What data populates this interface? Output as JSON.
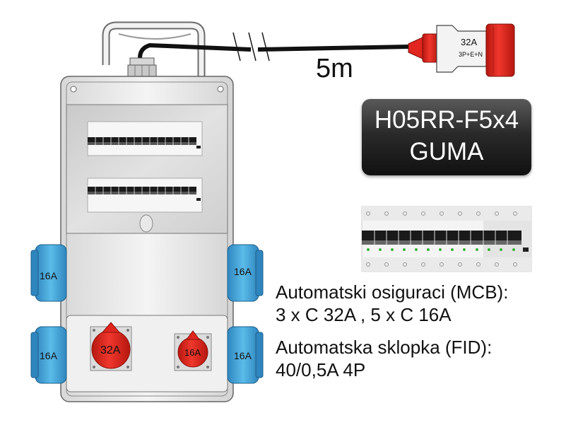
{
  "cable": {
    "length": "5m",
    "type_line_1": "H05RR-F5x4",
    "type_line_2": "GUMA"
  },
  "plug": {
    "rating": "32A",
    "config": "3P+E+N"
  },
  "sockets": {
    "left_upper": "16A",
    "left_lower": "16A",
    "right_upper": "16A",
    "right_lower": "16A",
    "front_large": "32A",
    "front_small": "16A"
  },
  "specs": {
    "mcb_label": "Automatski osiguraci (MCB):",
    "mcb_value": "3 x C 32A , 5 x C 16A",
    "fid_label": "Automatska sklopka (FID):",
    "fid_value": "40/0,5A 4P"
  },
  "colors": {
    "cee_red": "#e0261e",
    "schuko_blue": "#3ca6dc",
    "cabinet_grey": "#e8e8e8",
    "badge_dark": "#222222"
  }
}
